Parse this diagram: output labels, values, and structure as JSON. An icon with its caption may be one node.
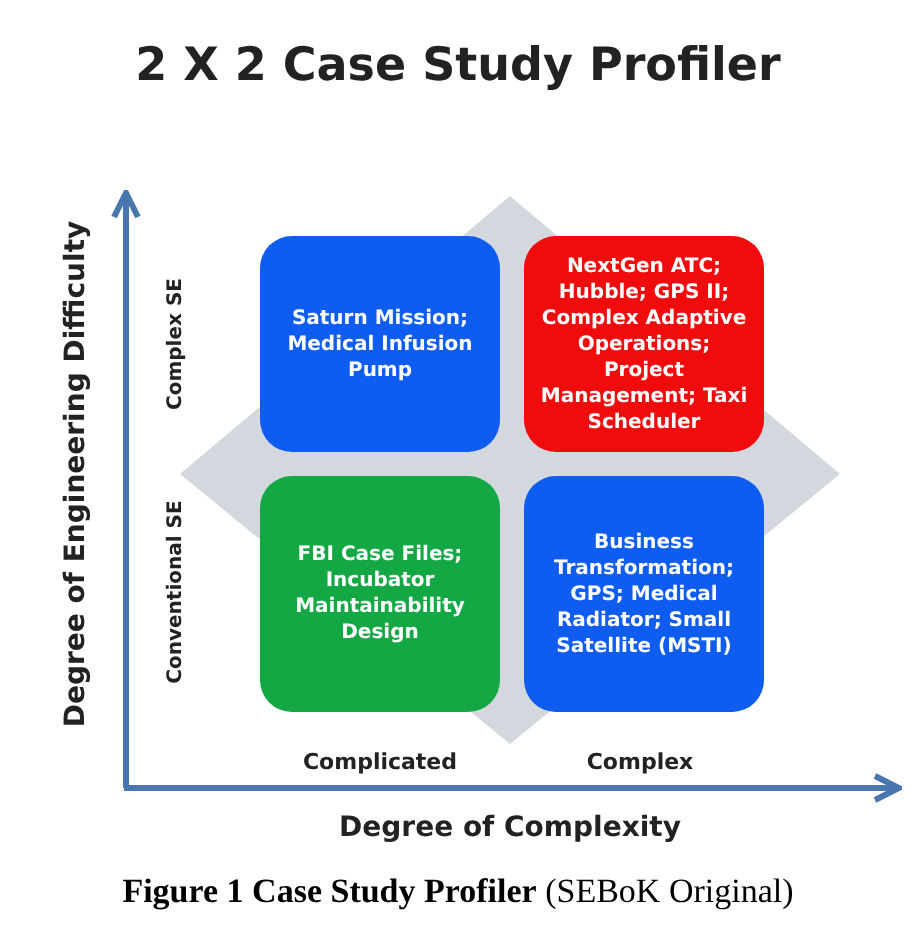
{
  "diagram": {
    "title": "2 X 2 Case Study Profiler",
    "caption": "**Figure 1 Case Study Profiler** (SEBoK Original)",
    "nodes": [
      {
        "text": [
          "Saturn Mission; Medical Infusion Pump"
        ]
      },
      {
        "text": [
          "NextGen ATC; Hubble; GPS II; Complex Adaptive Operations; Project Management; Taxi Scheduler"
        ]
      },
      {
        "text": [
          "FBI Case Files; Incubator Maintainability Design"
        ]
      },
      {
        "text": [
          "Business Transformation; GPS; Medical Radiator; Small Satellite (MSTI)"
        ]
      }
    ],
    "edges": [],
    "labels": [
      "Degree of Engineering Difficulty",
      "Complex SE",
      "Conventional SE",
      "Complicated",
      "Complex",
      "Degree of Complexity"
    ]
  }
}
